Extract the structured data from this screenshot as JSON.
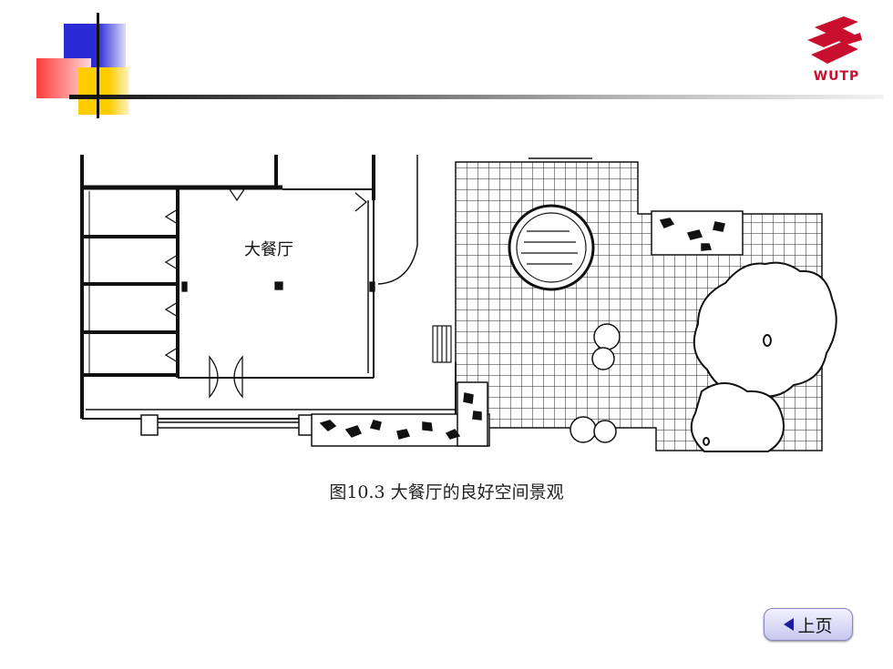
{
  "header": {
    "logo_text": "WUTP",
    "colors": {
      "blue": "#2b2bd6",
      "red": "#ff4646",
      "yellow": "#ffcc00",
      "logo_red": "#c8102e"
    }
  },
  "figure": {
    "room_label": "大餐厅",
    "caption": "图10.3  大餐厅的良好空间景观"
  },
  "nav": {
    "prev_label": "上页"
  }
}
